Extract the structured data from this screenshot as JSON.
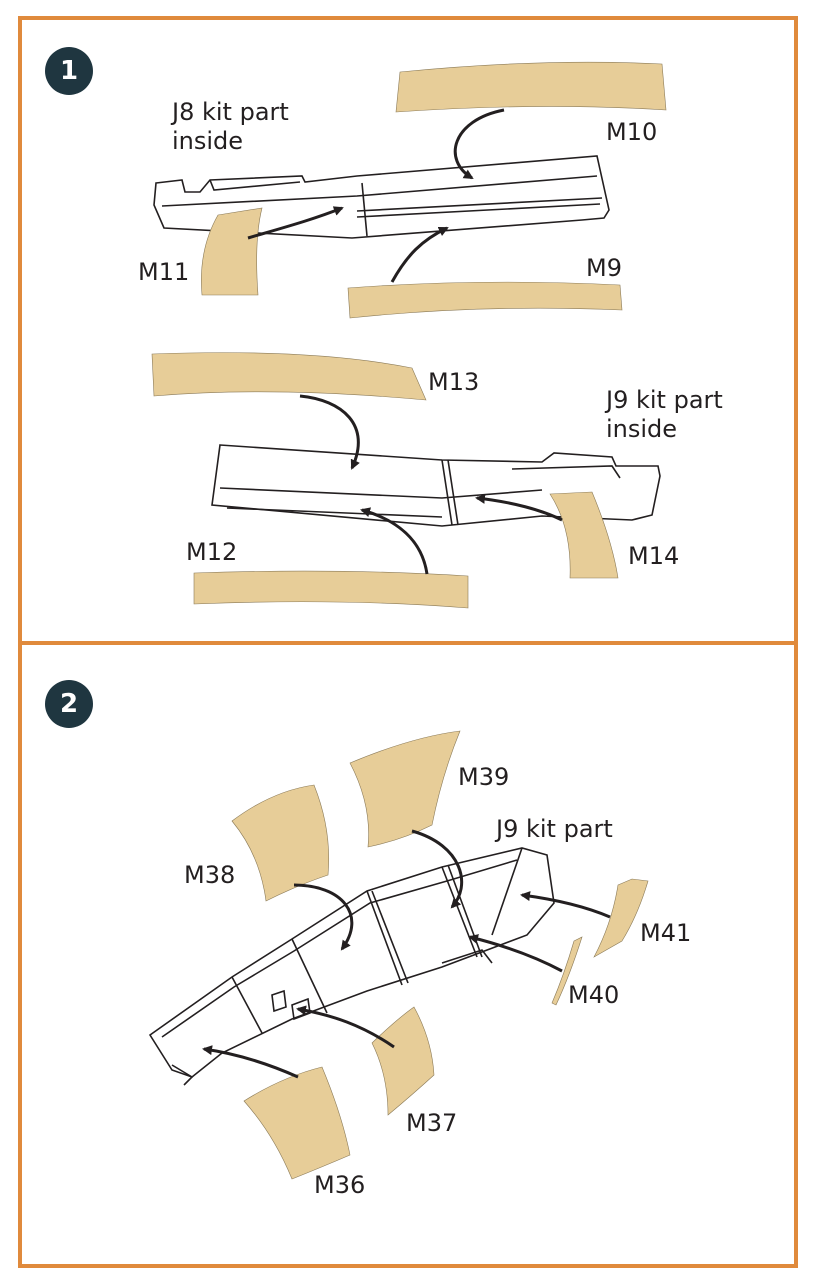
{
  "colors": {
    "border": "#e08a3c",
    "badge": "#1f3640",
    "mask": "#e7cd98",
    "ink": "#231f20"
  },
  "steps": [
    {
      "number": "1",
      "notes": [
        "J8 kit part\ninside",
        "J9 kit part\ninside"
      ],
      "labels": [
        "M10",
        "M11",
        "M9",
        "M13",
        "M12",
        "M14"
      ]
    },
    {
      "number": "2",
      "notes": [
        "J9 kit part"
      ],
      "labels": [
        "M39",
        "M38",
        "M41",
        "M40",
        "M37",
        "M36"
      ]
    }
  ]
}
